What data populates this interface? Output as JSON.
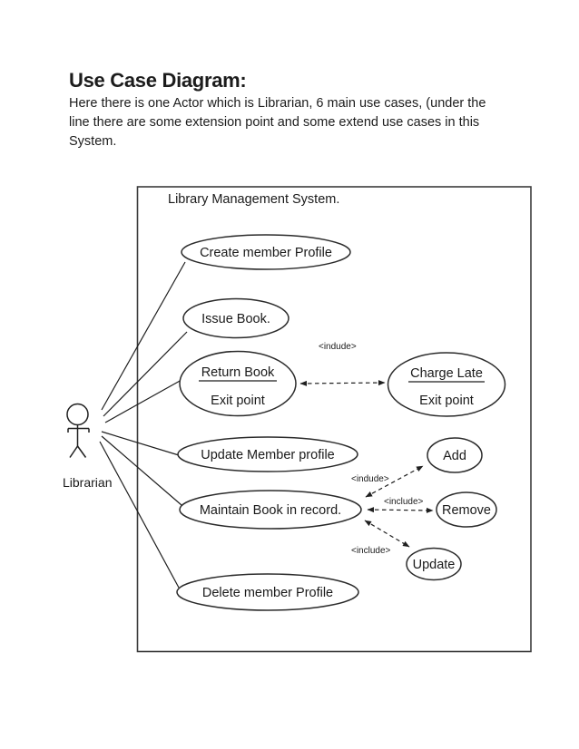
{
  "document": {
    "title": "Use Case Diagram:",
    "intro_lines": [
      "Here there is one Actor which is Librarian, 6 main use cases, (under the",
      "line there are some extension point and some extend use cases in this",
      "System."
    ]
  },
  "diagram": {
    "system_label": "Library Management System.",
    "actor": {
      "name": "Librarian"
    },
    "use_cases": {
      "create": {
        "label": "Create member Profile"
      },
      "issue": {
        "label": "Issue Book."
      },
      "return_book": {
        "title": "Return Book",
        "subtitle": "Exit point"
      },
      "charge_late": {
        "title": "Charge Late",
        "subtitle": "Exit point"
      },
      "update_member": {
        "label": "Update Member profile"
      },
      "add": {
        "label": "Add"
      },
      "maintain": {
        "label": "Maintain Book in record."
      },
      "remove": {
        "label": "Remove"
      },
      "update": {
        "label": "Update"
      },
      "delete": {
        "label": "Delete member Profile"
      }
    },
    "include_labels": {
      "charge": "<indude>",
      "add": "<indude>",
      "remove": "<include>",
      "update": "<include>"
    },
    "edges": {
      "actor_associations": [
        "Create member Profile",
        "Issue Book.",
        "Return Book",
        "Update Member profile",
        "Maintain Book in record.",
        "Delete member Profile"
      ],
      "dashed_includes": [
        {
          "from": "Return Book",
          "to": "Charge Late",
          "label": "<indude>",
          "bidirectional": true
        },
        {
          "from": "Maintain Book in record.",
          "to": "Add",
          "label": "<indude>",
          "bidirectional": true
        },
        {
          "from": "Maintain Book in record.",
          "to": "Remove",
          "label": "<include>",
          "bidirectional": true
        },
        {
          "from": "Maintain Book in record.",
          "to": "Update",
          "label": "<include>",
          "bidirectional": true
        }
      ]
    },
    "colors": {
      "stroke": "#2b2b2b",
      "text": "#1a1a1a",
      "background": "#ffffff"
    }
  }
}
